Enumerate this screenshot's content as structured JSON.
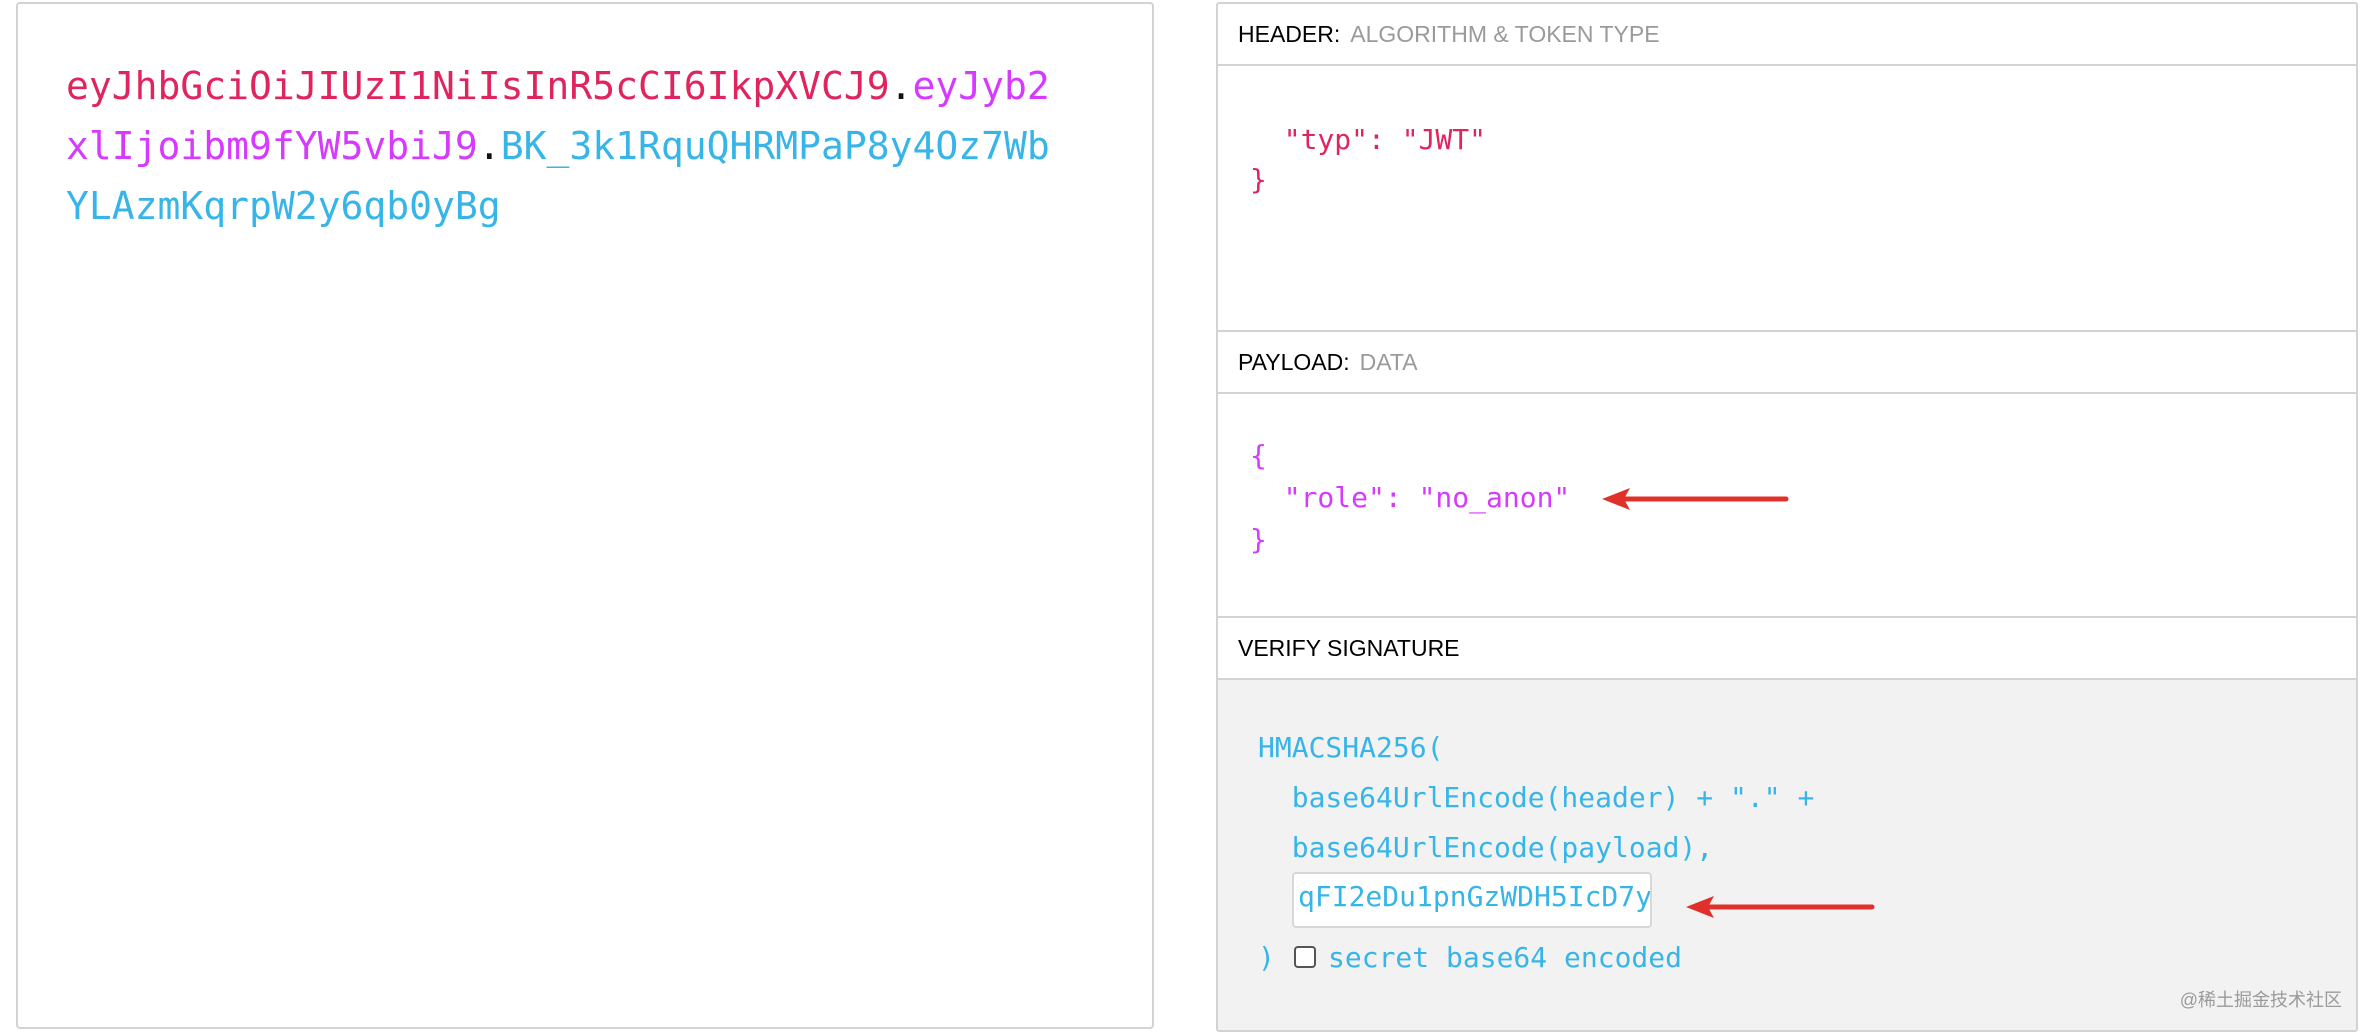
{
  "encoded": {
    "header_part": "eyJhbGciOiJIUzI1NiIsInR5cCI6IkpXVCJ9",
    "dot1": ".",
    "payload_part": "eyJyb2xlIjoibm9fYW5vbiJ9",
    "dot2": ".",
    "signature_part": "BK_3k1RquQHRMPaP8y4Oz7WbYLAzmKqrpW2y6qb0yBg"
  },
  "header_section": {
    "title": "HEADER:",
    "subtitle": "ALGORITHM & TOKEN TYPE",
    "line1": "  \"typ\": \"JWT\"",
    "line2": "}"
  },
  "payload_section": {
    "title": "PAYLOAD:",
    "subtitle": "DATA",
    "line1": "{",
    "line2": "  \"role\": \"no_anon\"",
    "line3": "}"
  },
  "verify_section": {
    "title": "VERIFY SIGNATURE",
    "line1": "HMACSHA256(",
    "line2": "  base64UrlEncode(header) + \".\" +",
    "line3": "  base64UrlEncode(payload),",
    "secret_value": "qFI2eDu1pnGzWDH5IcD7y",
    "close_paren": ")",
    "checkbox_label": "secret base64 encoded",
    "checkbox_checked": false
  },
  "watermark": "@稀土掘金技术社区",
  "colors": {
    "header": "#e0245e",
    "payload": "#d63aff",
    "signature": "#37b5e8",
    "annotation_arrow": "#e0302a"
  }
}
